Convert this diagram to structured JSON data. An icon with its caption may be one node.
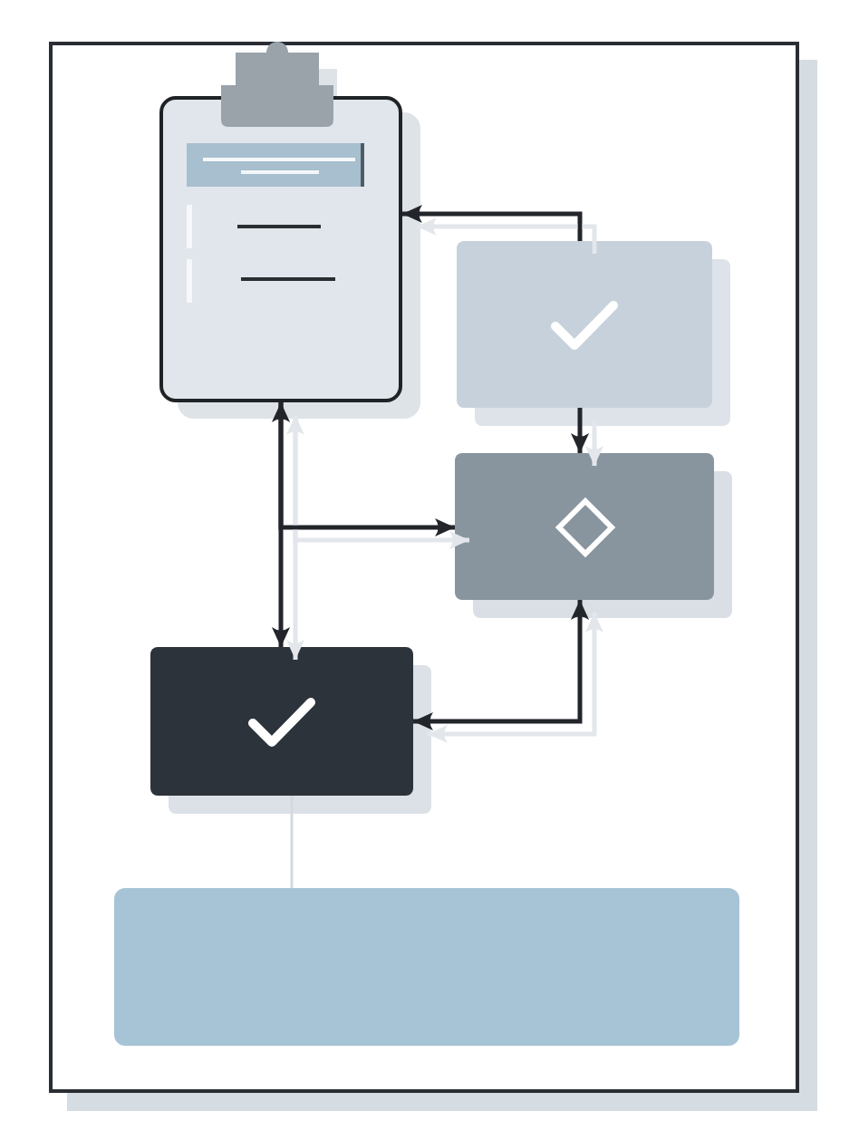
{
  "diagram": {
    "nodes": [
      {
        "text": [],
        "shape": "picture"
      },
      {
        "text": [],
        "shape": "box"
      },
      {
        "text": [],
        "shape": "box"
      },
      {
        "text": [],
        "shape": "box"
      },
      {
        "text": [],
        "shape": "bar"
      }
    ],
    "edges": [
      {
        "from": 1,
        "to": 0,
        "arrow": "to"
      },
      {
        "from": 1,
        "to": 2,
        "arrow": "to"
      },
      {
        "from": 0,
        "to": 3,
        "arrow": "both"
      },
      {
        "from": 0,
        "to": 2,
        "arrow": "to"
      },
      {
        "from": 3,
        "to": 2,
        "arrow": "both"
      },
      {
        "from": 3,
        "to": 4,
        "arrow": "none",
        "color": "#d3d9df"
      }
    ]
  }
}
